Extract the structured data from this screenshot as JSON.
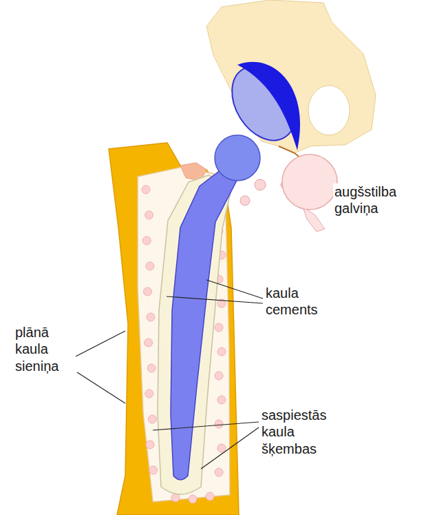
{
  "diagram": {
    "labels": [
      "augšstilba galviņa",
      "kaula cements",
      "plānā kaula sieniņa",
      "saspiestās kaula šķembas"
    ]
  }
}
